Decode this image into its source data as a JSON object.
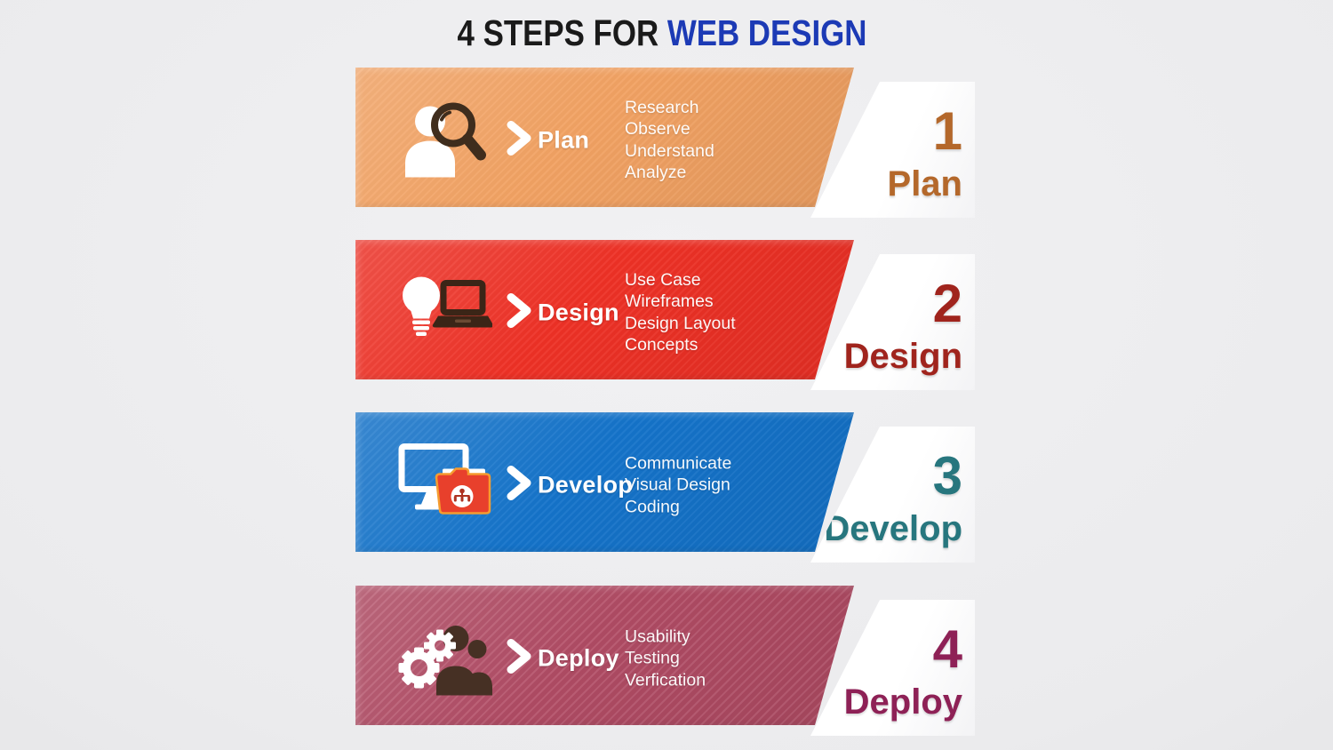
{
  "title": {
    "prefix": "4 STEPS FOR ",
    "highlight": "WEB DESIGN",
    "prefix_color": "#1A1A1A",
    "highlight_color": "#1C3AB5"
  },
  "steps": [
    {
      "number": "1",
      "name": "Plan",
      "items": [
        "Research",
        "Observe",
        "Understand",
        "Analyze"
      ],
      "banner_color": "#F2A263",
      "accent_color": "#B4682B",
      "icon": "person-magnifier-icon"
    },
    {
      "number": "2",
      "name": "Design",
      "items": [
        "Use Case",
        "Wireframes",
        "Design Layout",
        "Concepts"
      ],
      "banner_color": "#EE3126",
      "accent_color": "#A0241D",
      "icon": "bulb-laptop-icon"
    },
    {
      "number": "3",
      "name": "Develop",
      "items": [
        "Communicate",
        "Visual Design",
        "Coding"
      ],
      "banner_color": "#1473CA",
      "accent_color": "#27767E",
      "icon": "monitor-folder-icon"
    },
    {
      "number": "4",
      "name": "Deploy",
      "items": [
        "Usability",
        "Testing",
        "Verfication"
      ],
      "banner_color": "#B24C65",
      "accent_color": "#8E2156",
      "icon": "gears-people-icon"
    }
  ]
}
